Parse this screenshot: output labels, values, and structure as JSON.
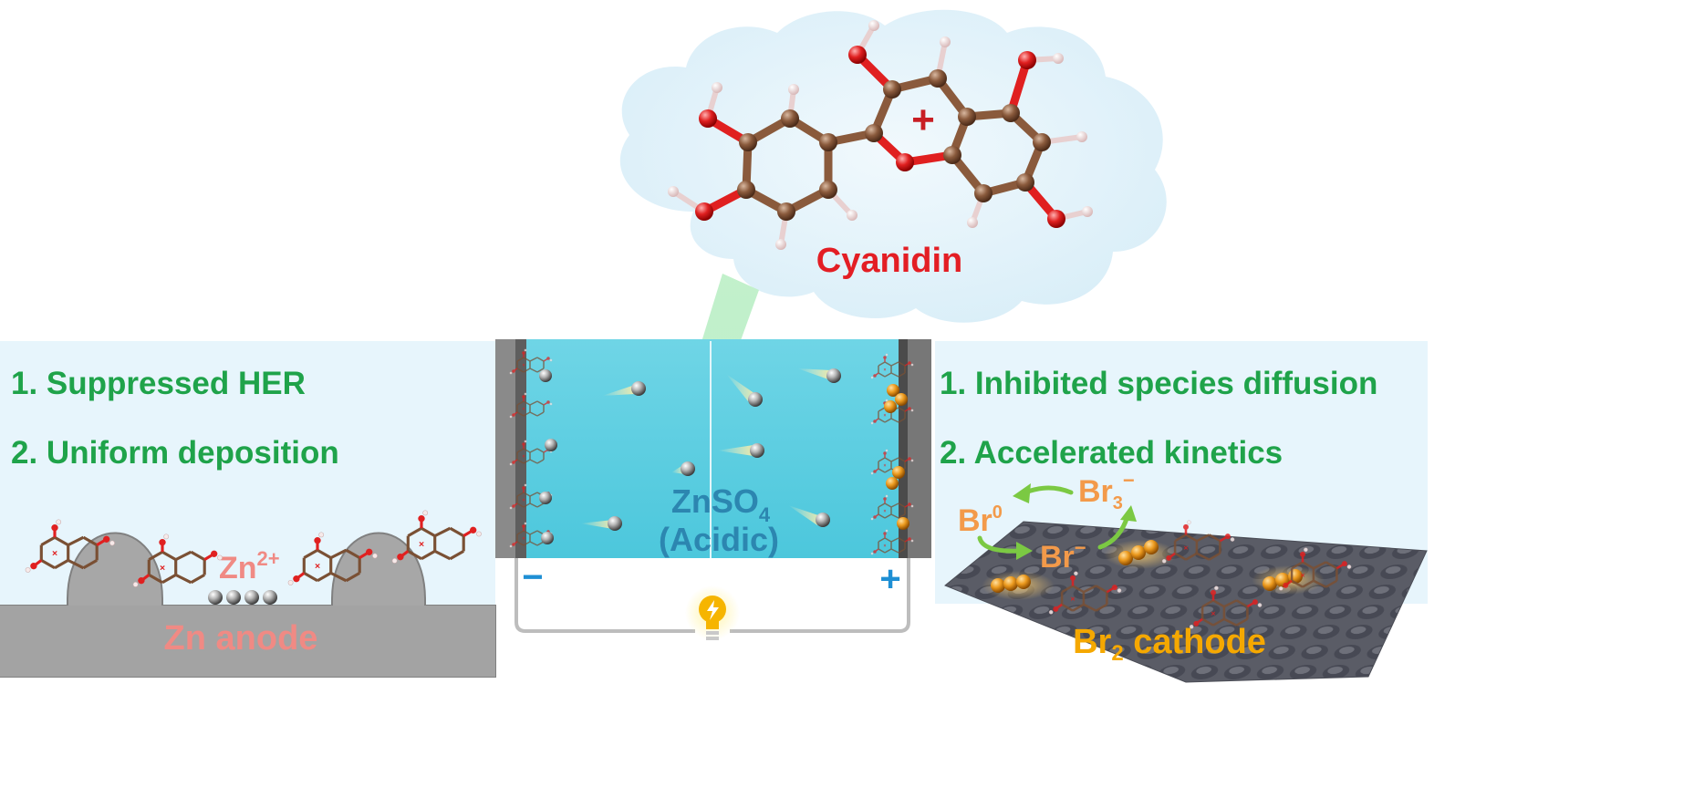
{
  "molecule": {
    "name": "Cyanidin",
    "charge_symbol": "+"
  },
  "left_panel": {
    "points": [
      "1. Suppressed HER",
      "2. Uniform deposition"
    ],
    "ion": {
      "base": "Zn",
      "sup": "2+"
    },
    "electrode": "Zn anode"
  },
  "cell": {
    "electrolyte_base": "ZnSO",
    "electrolyte_sub": "4",
    "electrolyte_note": "(Acidic)",
    "negative": "−",
    "positive": "+"
  },
  "right_panel": {
    "points": [
      "1. Inhibited species diffusion",
      "2. Accelerated kinetics"
    ],
    "species": {
      "br0_base": "Br",
      "br0_sup": "0",
      "br3_base": "Br",
      "br3_sub": "3",
      "br3_sup": "−",
      "brm_base": "Br",
      "brm_sup": "−"
    },
    "electrode_base": "Br",
    "electrode_sub": "2",
    "electrode_suffix": " cathode"
  },
  "colors": {
    "panel_bg": "#e7f5fc",
    "point_text": "#1fa34a",
    "zn_label": "#f08a84",
    "br_species": "#f39a4a",
    "cathode_label": "#f5a800",
    "electrolyte": "#5ccde0",
    "molecule_label": "#e31e24",
    "carbon": "#8a5a3c",
    "oxygen": "#e02020",
    "hydrogen": "#f2d6d6"
  },
  "icons": [
    "cloud-icon",
    "molecule-icon",
    "lightbulb-icon",
    "arrow-icon"
  ]
}
